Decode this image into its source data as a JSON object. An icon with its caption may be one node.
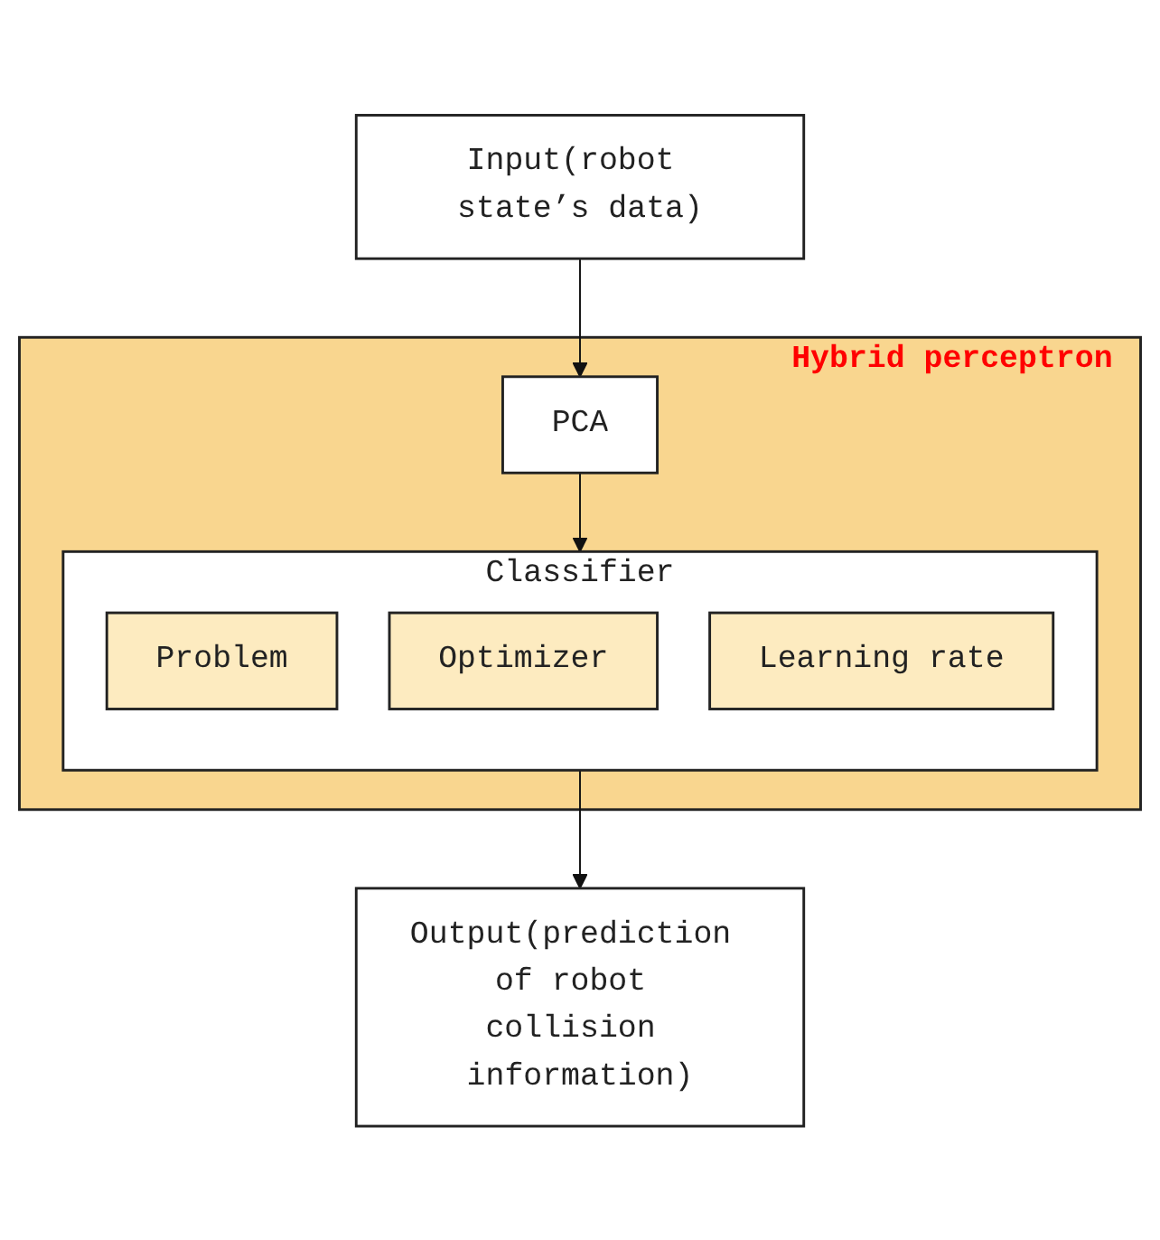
{
  "diagram": {
    "nodes": [
      {
        "text": [
          "Input(robot state’s data)"
        ]
      },
      {
        "text": [
          "Hybrid perceptron"
        ]
      },
      {
        "text": [
          "PCA"
        ],
        "in": 1
      },
      {
        "text": [
          "Classifier"
        ],
        "in": 1
      },
      {
        "text": [
          "Problem"
        ],
        "in": 3
      },
      {
        "text": [
          "Optimizer"
        ],
        "in": 3
      },
      {
        "text": [
          "Learning rate"
        ],
        "in": 3
      },
      {
        "text": [
          "Output(prediction of robot collision information)"
        ]
      }
    ],
    "edges": [
      {
        "from": 0,
        "to": 2,
        "arrow": "to"
      },
      {
        "from": 2,
        "to": 3,
        "arrow": "to"
      },
      {
        "from": 3,
        "to": 7,
        "arrow": "to"
      }
    ]
  }
}
